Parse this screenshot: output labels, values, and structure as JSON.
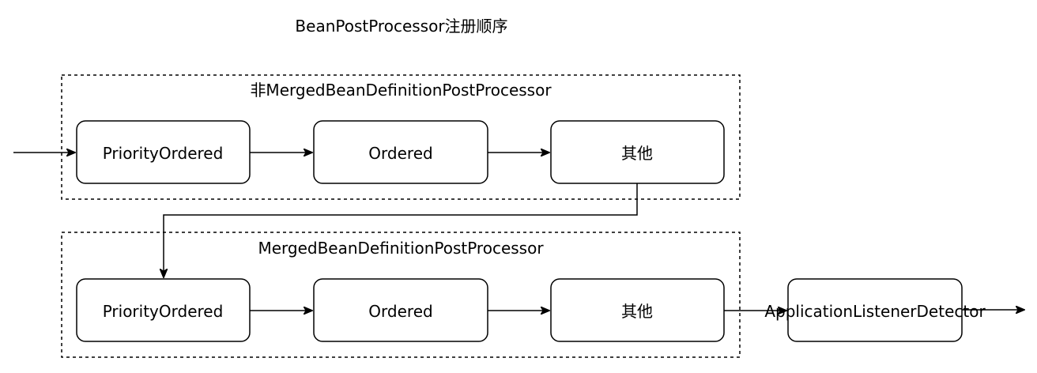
{
  "diagram": {
    "title": "BeanPostProcessor注册顺序",
    "group1": {
      "title": "非MergedBeanDefinitionPostProcessor",
      "nodes": [
        "PriorityOrdered",
        "Ordered",
        "其他"
      ]
    },
    "group2": {
      "title": "MergedBeanDefinitionPostProcessor",
      "nodes": [
        "PriorityOrdered",
        "Ordered",
        "其他"
      ]
    },
    "final_node": "ApplicationListenerDetector"
  }
}
